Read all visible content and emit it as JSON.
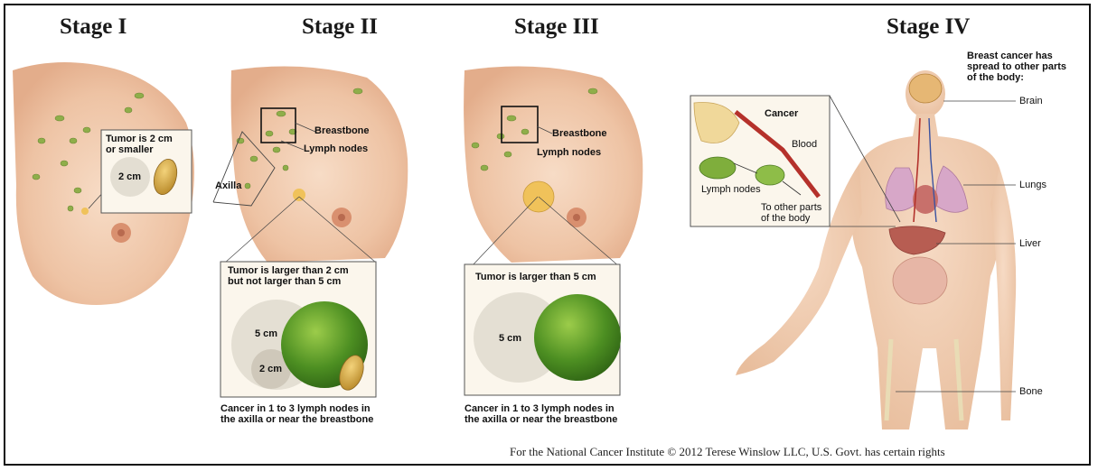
{
  "stages": [
    {
      "title": "Stage I"
    },
    {
      "title": "Stage II"
    },
    {
      "title": "Stage III"
    },
    {
      "title": "Stage IV"
    }
  ],
  "stage1": {
    "tumor_label": "Tumor is 2 cm\nor smaller",
    "size_label": "2 cm"
  },
  "stage2": {
    "breastbone": "Breastbone",
    "lymph_nodes": "Lymph nodes",
    "axilla": "Axilla",
    "tumor_label": "Tumor is larger than 2 cm\nbut not larger than 5 cm",
    "size_large": "5 cm",
    "size_small": "2 cm",
    "caption": "Cancer in 1 to 3 lymph nodes in\nthe axilla or near the breastbone"
  },
  "stage3": {
    "breastbone": "Breastbone",
    "lymph_nodes": "Lymph nodes",
    "tumor_label": "Tumor is larger than 5 cm",
    "size_large": "5 cm",
    "caption": "Cancer in 1 to 3 lymph nodes in\nthe axilla or near the breastbone"
  },
  "stage4": {
    "heading": "Breast cancer has\nspread to other parts\nof the body:",
    "inset_title": "Cancer",
    "blood": "Blood",
    "lymph_nodes": "Lymph nodes",
    "other_parts": "To other parts\nof the body",
    "organs": [
      "Brain",
      "Lungs",
      "Liver",
      "Bone"
    ]
  },
  "credit": "For the National Cancer Institute © 2012  Terese Winslow LLC,  U.S.  Govt.  has certain rights",
  "colors": {
    "skin": "#f2cfb4",
    "skin_dark": "#d9a37f",
    "node_green": "#8fae4a",
    "lime": "#5f9e2a",
    "tumor": "#e8c060",
    "frame": "#111111"
  }
}
